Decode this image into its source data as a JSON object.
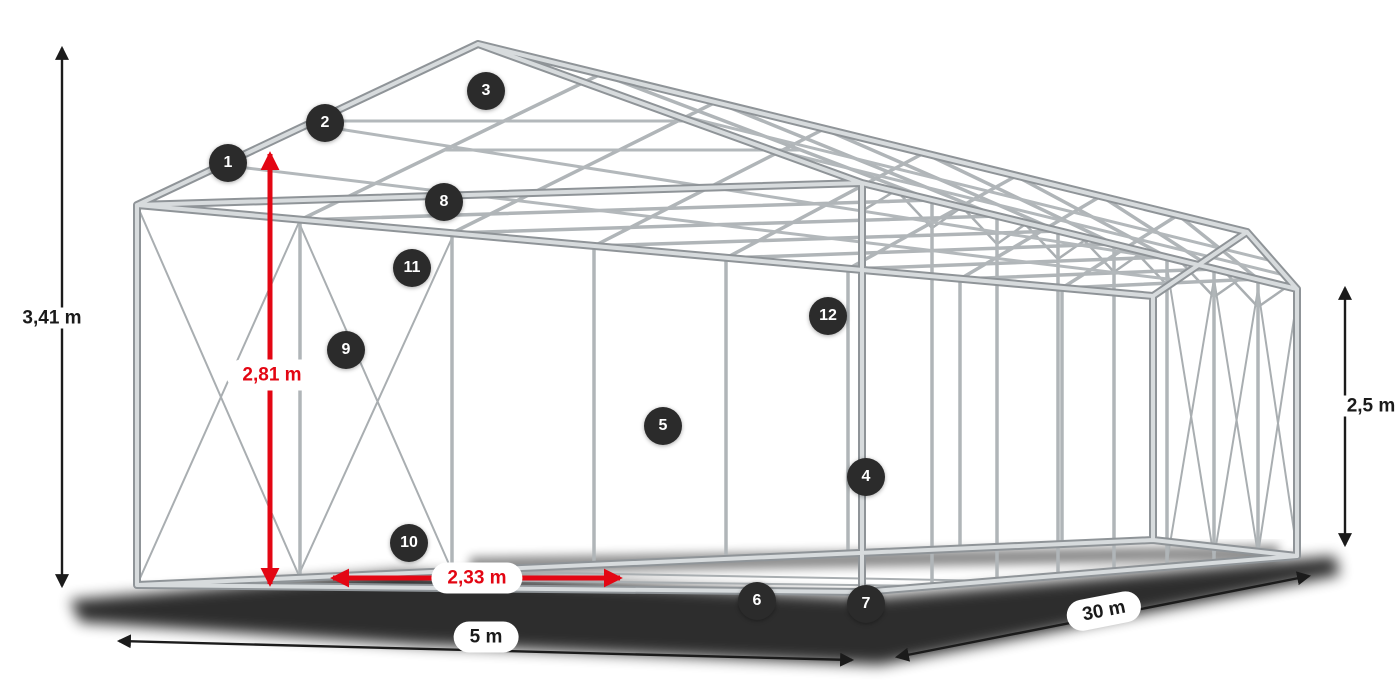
{
  "diagram": {
    "type": "tent-steel-frame-construction",
    "dimensions": {
      "total_height": "3,41 m",
      "inner_height": "2,81 m",
      "side_height": "2,5 m",
      "inner_width": "2,33 m",
      "width": "5 m",
      "length": "30 m"
    },
    "markers": [
      "1",
      "2",
      "3",
      "4",
      "5",
      "6",
      "7",
      "8",
      "9",
      "10",
      "11",
      "12"
    ],
    "colors": {
      "accent_red": "#e30613",
      "dimension_black": "#1a1a1a",
      "marker_bg": "#2b2b2b",
      "marker_text": "#ffffff",
      "frame_dark": "#8f9498",
      "frame_light": "#d7dbdd",
      "frame_mid": "#b0b5b8",
      "shadow": "#000000"
    }
  }
}
